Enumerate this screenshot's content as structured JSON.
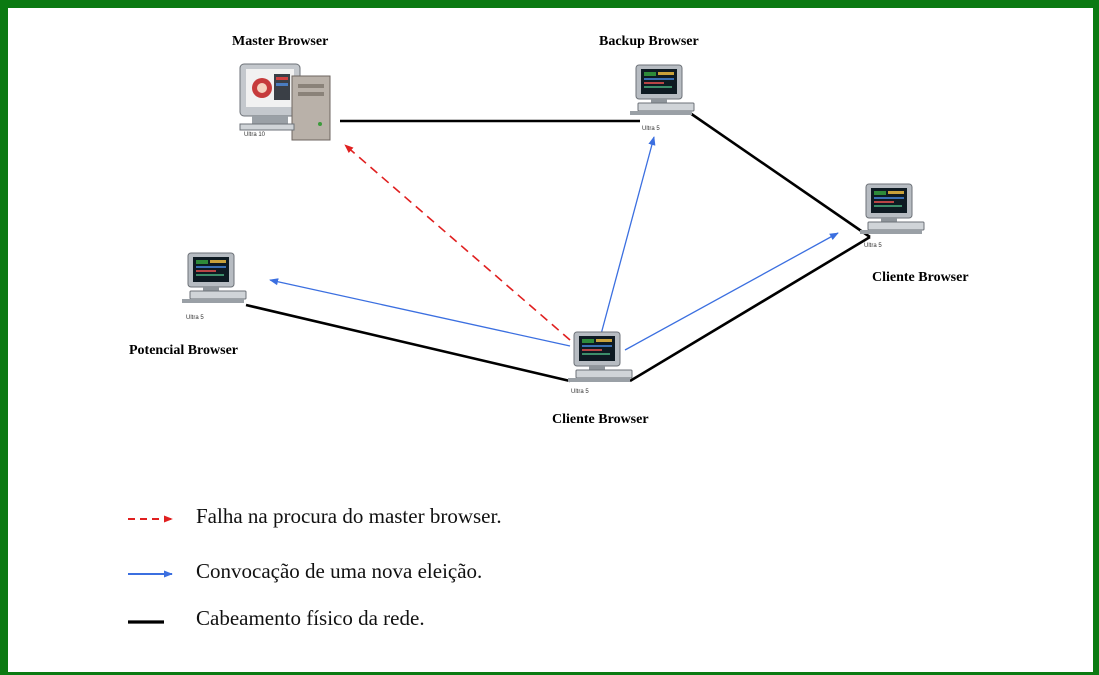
{
  "nodes": {
    "master": {
      "label": "Master Browser",
      "device": "Ultra 10"
    },
    "backup": {
      "label": "Backup Browser",
      "device": "Ultra 5"
    },
    "client_right": {
      "label": "Cliente Browser",
      "device": "Ultra 5"
    },
    "potential": {
      "label": "Potencial Browser",
      "device": "Ultra 5"
    },
    "client_center": {
      "label": "Cliente Browser",
      "device": "Ultra 5"
    }
  },
  "legend": {
    "failed": {
      "text": "Falha na procura do master browser.",
      "color": "#e02020"
    },
    "election": {
      "text": "Convocação de uma nova eleição.",
      "color": "#3b6fe0"
    },
    "cabling": {
      "text": "Cabeamento físico da rede.",
      "color": "#000000"
    }
  },
  "colors": {
    "frame": "#0b7a12"
  }
}
